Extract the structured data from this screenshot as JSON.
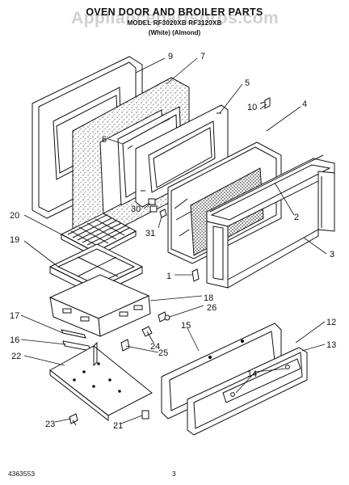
{
  "header": {
    "title": "OVEN DOOR AND BROILER PARTS",
    "model_line": "MODEL RF3020XB  RF3120XB",
    "variant_line": "(White)   (Almond)"
  },
  "watermark": "Appliancepartspros.com",
  "footer": {
    "doc_number": "4363553",
    "page_number": "3"
  },
  "callouts": [
    "9",
    "7",
    "5",
    "10",
    "4",
    "6",
    "2",
    "3",
    "20",
    "30",
    "31",
    "19",
    "1",
    "18",
    "26",
    "17",
    "24",
    "25",
    "16",
    "15",
    "12",
    "13",
    "14",
    "22",
    "23",
    "21"
  ]
}
